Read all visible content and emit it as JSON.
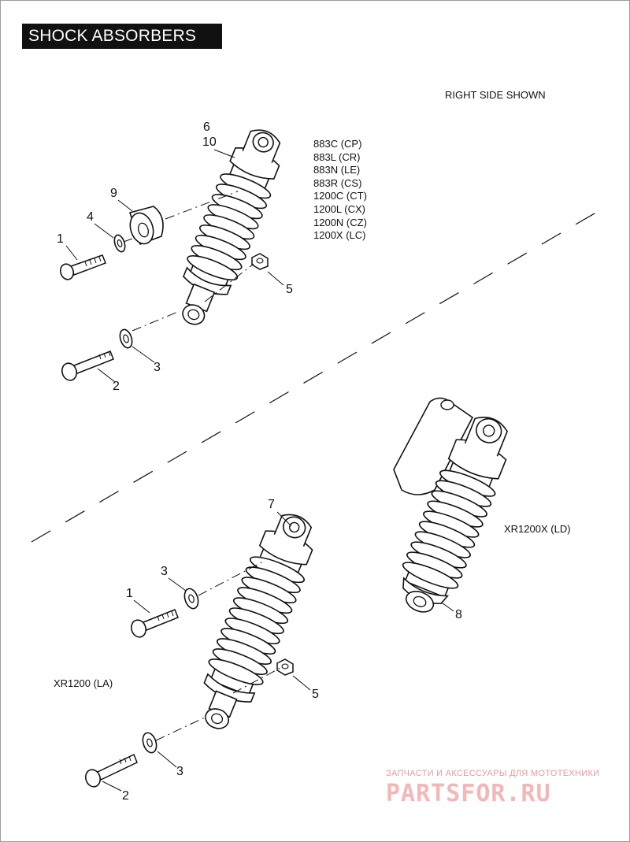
{
  "header": {
    "title": "SHOCK ABSORBERS"
  },
  "notes": {
    "side": "RIGHT SIDE SHOWN",
    "variant_ld": "XR1200X (LD)",
    "variant_la": "XR1200 (LA)"
  },
  "models": [
    "883C (CP)",
    "883L (CR)",
    "883N (LE)",
    "883R (CS)",
    "1200C (CT)",
    "1200L (CX)",
    "1200N (CZ)",
    "1200X (LC)"
  ],
  "callouts": {
    "top": {
      "c6": "6",
      "c10": "10",
      "c9": "9",
      "c4": "4",
      "c1": "1",
      "c5": "5",
      "c3": "3",
      "c2": "2"
    },
    "bottom": {
      "c7": "7",
      "c3": "3",
      "c1": "1",
      "c5": "5",
      "c3b": "3",
      "c2": "2",
      "c8": "8"
    }
  },
  "watermark": {
    "subtitle": "ЗАПЧАСТИ И АКСЕССУАРЫ ДЛЯ МОТОТЕХНИКИ",
    "logo": "PARTSFOR.RU"
  },
  "colors": {
    "ink": "#111111",
    "paper": "#ffffff",
    "watermark": "#f3b7b7"
  }
}
